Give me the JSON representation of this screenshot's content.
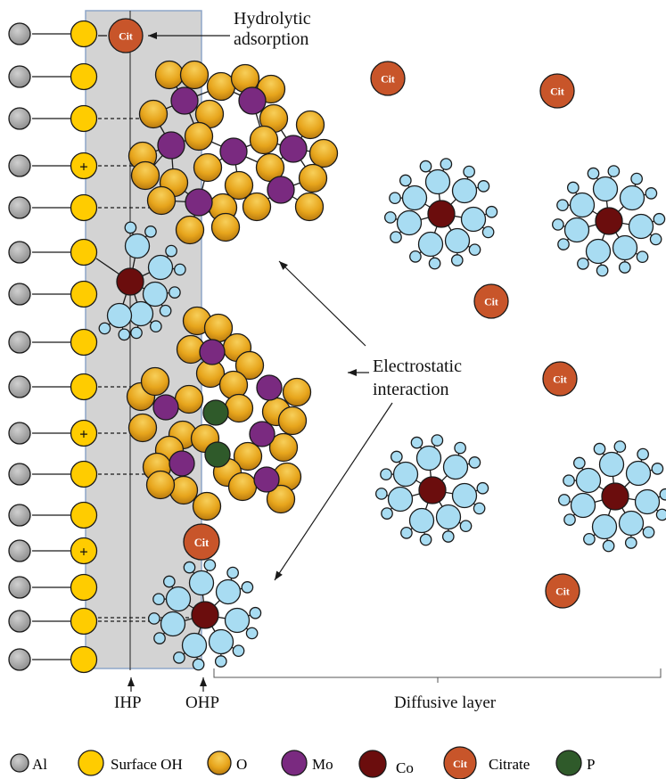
{
  "labels": {
    "hydrolytic": [
      "Hydrolytic",
      "adsorption"
    ],
    "electrostatic": [
      "Electrostatic",
      "interaction"
    ],
    "ihp": "IHP",
    "ohp": "OHP",
    "diffusive": "Diffusive layer"
  },
  "cit_text": "Cit",
  "plus_sign": "+",
  "legend": {
    "al": "Al",
    "surface_oh": "Surface OH",
    "o": "O",
    "mo": "Mo",
    "co": "Co",
    "citrate": "Citrate",
    "p": "P"
  },
  "colors": {
    "al": "#a8a8a8",
    "surface_oh": "#ffcc00",
    "o": "#e8a418",
    "mo": "#7a2a80",
    "co": "#6b0d0d",
    "cit": "#c8552a",
    "p": "#2f5a2a",
    "water": "#a8dcf2",
    "layer_band": "#d3d3d3"
  }
}
